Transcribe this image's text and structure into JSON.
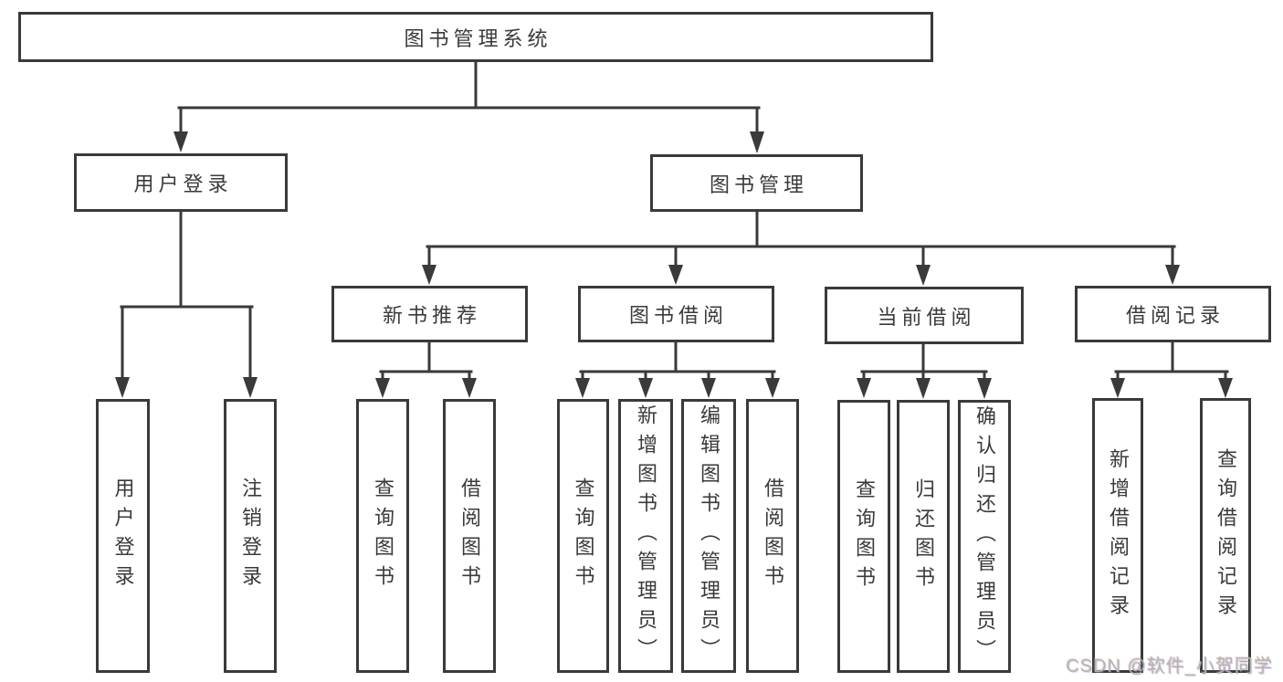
{
  "diagram": {
    "type": "tree",
    "title": "图书管理系统",
    "watermark": "CSDN @软件_小贺同学",
    "colors": {
      "line": "#3a3a3a",
      "box_border": "#3a3a3a",
      "box_fill": "#ffffff",
      "text": "#3a3a3a",
      "watermark": "#b3b3b3"
    },
    "root": {
      "label": "图书管理系统"
    },
    "branches": [
      {
        "label": "用户登录",
        "children": [
          {
            "label": "用户登录"
          },
          {
            "label": "注销登录"
          }
        ]
      },
      {
        "label": "图书管理",
        "children": [
          {
            "label": "新书推荐",
            "children": [
              {
                "label": "查询图书"
              },
              {
                "label": "借阅图书"
              }
            ]
          },
          {
            "label": "图书借阅",
            "children": [
              {
                "label": "查询图书"
              },
              {
                "label": "新增图书（管理员）"
              },
              {
                "label": "编辑图书（管理员）"
              },
              {
                "label": "借阅图书"
              }
            ]
          },
          {
            "label": "当前借阅",
            "children": [
              {
                "label": "查询图书"
              },
              {
                "label": "归还图书"
              },
              {
                "label": "确认归还（管理员）"
              }
            ]
          },
          {
            "label": "借阅记录",
            "children": [
              {
                "label": "新增借阅记录"
              },
              {
                "label": "查询借阅记录"
              }
            ]
          }
        ]
      }
    ]
  }
}
